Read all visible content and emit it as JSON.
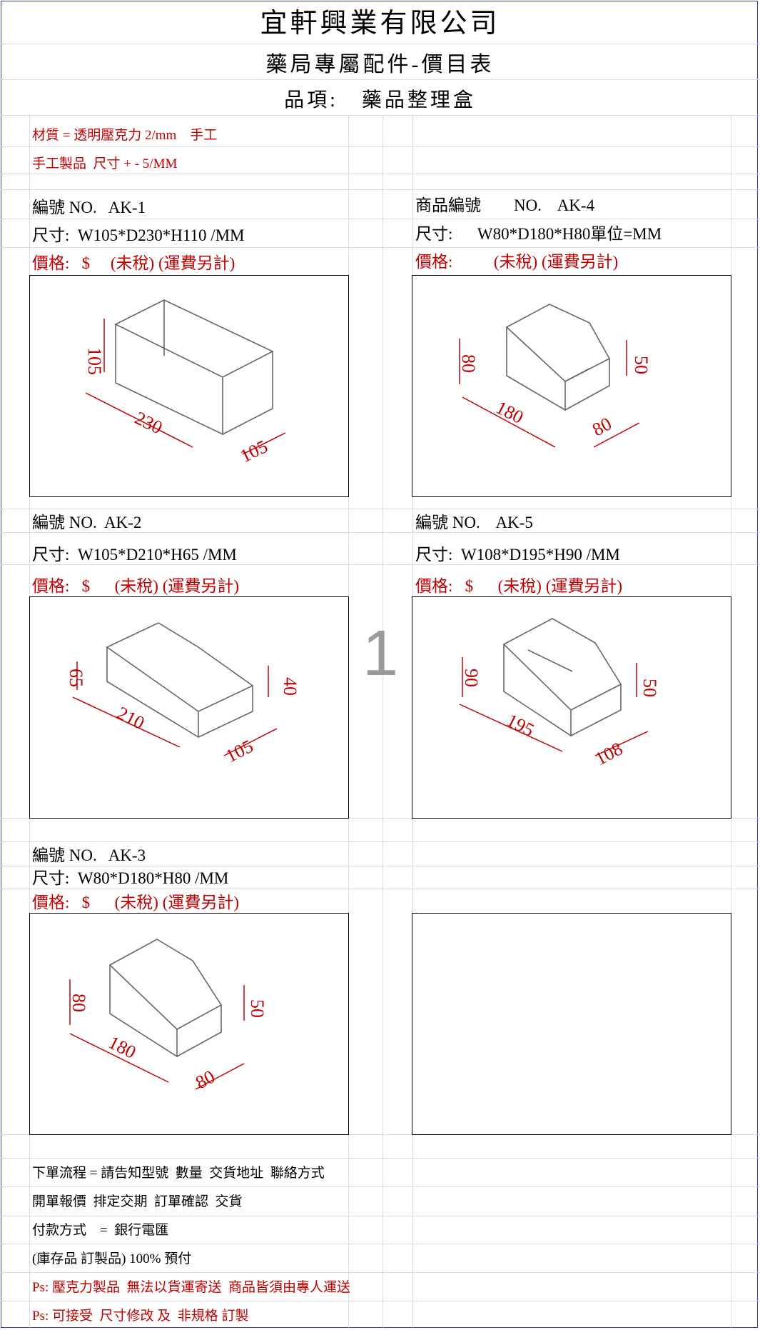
{
  "header": {
    "company": "宜軒興業有限公司",
    "subtitle": "藥局專屬配件-價目表",
    "item_line": "品項:   藥品整理盒"
  },
  "notes_top": {
    "material": "材質 = 透明壓克力 2/mm    手工",
    "tolerance": "手工製品  尺寸 + - 5/MM"
  },
  "products": [
    {
      "code": "編號 NO.   AK-1",
      "size": "尺寸:  W105*D230*H110 /MM",
      "price": "價格:   $     (未稅) (運費另計)",
      "dims": [
        "105",
        "230",
        "105"
      ]
    },
    {
      "code": "商品編號        NO.    AK-4",
      "size": "尺寸:      W80*D180*H80單位=MM",
      "price": "價格:          (未稅) (運費另計)",
      "dims": [
        "80",
        "180",
        "80",
        "50"
      ]
    },
    {
      "code": "編號 NO.  AK-2",
      "size": "尺寸:  W105*D210*H65 /MM",
      "price": "價格:   $      (未稅) (運費另計)",
      "dims": [
        "65",
        "210",
        "105",
        "40"
      ]
    },
    {
      "code": "編號 NO.    AK-5",
      "size": "尺寸:  W108*D195*H90 /MM",
      "price": "價格:   $      (未稅) (運費另計)",
      "dims": [
        "90",
        "195",
        "108",
        "50"
      ]
    },
    {
      "code": "編號 NO.   AK-3",
      "size": "尺寸:  W80*D180*H80 /MM",
      "price": "價格:   $      (未稅) (運費另計)",
      "dims": [
        "80",
        "180",
        "80",
        "50"
      ]
    }
  ],
  "watermark": "1",
  "footer": {
    "order_flow": "下單流程 = 請告知型號  數量  交貨地址  聯絡方式",
    "order_steps": "開單報價  排定交期  訂單確認  交貨",
    "payment": "付款方式    =  銀行電匯",
    "payment_note": "(庫存品 訂製品) 100% 預付",
    "ps1": "Ps: 壓克力製品  無法以貨運寄送  商品皆須由專人運送",
    "ps2": "Ps: 可接受  尺寸修改 及  非規格 訂製"
  },
  "colors": {
    "accent": "#c00000",
    "frame": "#3344aa",
    "grid": "#dcdcdc"
  }
}
